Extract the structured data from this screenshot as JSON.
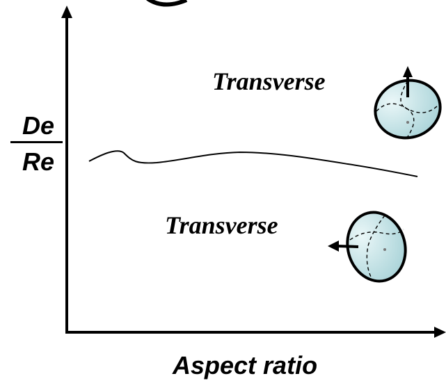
{
  "axes": {
    "y_label_numerator": "De",
    "y_label_denominator": "Re",
    "x_label": "Aspect ratio"
  },
  "regions": {
    "upper": "Transverse",
    "lower": "Transverse"
  },
  "colors": {
    "ellipsoid_fill_light": "#eaf7f8",
    "ellipsoid_fill_dark": "#a9d3d8",
    "stroke": "#000000"
  }
}
